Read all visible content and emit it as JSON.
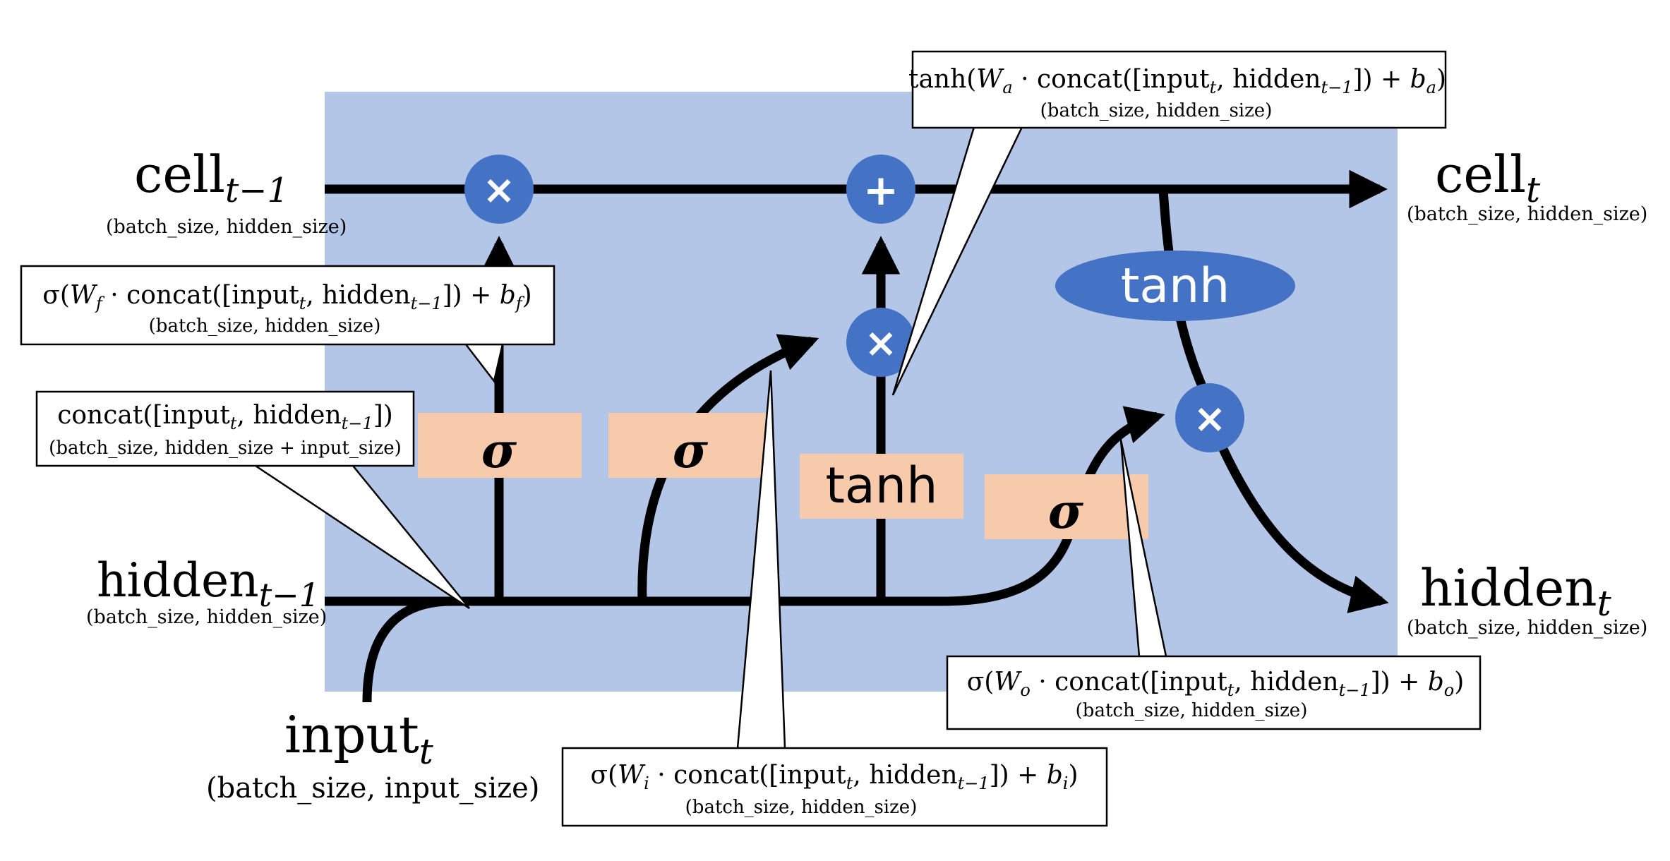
{
  "colors": {
    "cell_background": "#b3c6e7",
    "operator_node": "#4472c4",
    "gate_box": "#f7caac",
    "line": "#000000"
  },
  "io_labels": {
    "cell_prev": {
      "main": "cell",
      "sub": "t−1",
      "shape": "(batch_size, hidden_size)"
    },
    "hidden_prev": {
      "main": "hidden",
      "sub": "t−1",
      "shape": "(batch_size, hidden_size)"
    },
    "input": {
      "main": "input",
      "sub": "t",
      "shape": "(batch_size, input_size)"
    },
    "cell_out": {
      "main": "cell",
      "sub": "t",
      "shape": "(batch_size, hidden_size)"
    },
    "hidden_out": {
      "main": "hidden",
      "sub": "t",
      "shape": "(batch_size, hidden_size)"
    }
  },
  "gates": {
    "forget": "σ",
    "input": "σ",
    "candidate": "tanh",
    "output": "σ"
  },
  "operators": {
    "forget_multiply": "×",
    "cell_add": "+",
    "input_multiply": "×",
    "output_multiply": "×",
    "cell_tanh": "tanh"
  },
  "callouts": {
    "forget_gate": {
      "formula": {
        "pre": "σ(",
        "w": "W",
        "wsub": "f",
        "mid": " · concat([input",
        "s1": "t",
        "mid2": ", hidden",
        "s2": "t−1",
        "post": "]) + ",
        "b": "b",
        "bsub": "f",
        "end": ")"
      },
      "shape": "(batch_size, hidden_size)"
    },
    "concat": {
      "formula": {
        "pre": "concat([input",
        "s1": "t",
        "mid": ", hidden",
        "s2": "t−1",
        "end": "])"
      },
      "shape": "(batch_size, hidden_size + input_size)"
    },
    "candidate": {
      "formula": {
        "pre": "tanh(",
        "w": "W",
        "wsub": "a",
        "mid": " · concat([input",
        "s1": "t",
        "mid2": ", hidden",
        "s2": "t−1",
        "post": "]) + ",
        "b": "b",
        "bsub": "a",
        "end": ")"
      },
      "shape": "(batch_size, hidden_size)"
    },
    "input_gate": {
      "formula": {
        "pre": "σ(",
        "w": "W",
        "wsub": "i",
        "mid": " · concat([input",
        "s1": "t",
        "mid2": ", hidden",
        "s2": "t−1",
        "post": "]) + ",
        "b": "b",
        "bsub": "i",
        "end": ")"
      },
      "shape": "(batch_size, hidden_size)"
    },
    "output_gate": {
      "formula": {
        "pre": "σ(",
        "w": "W",
        "wsub": "o",
        "mid": " · concat([input",
        "s1": "t",
        "mid2": ", hidden",
        "s2": "t−1",
        "post": "]) + ",
        "b": "b",
        "bsub": "o",
        "end": ")"
      },
      "shape": "(batch_size, hidden_size)"
    }
  }
}
